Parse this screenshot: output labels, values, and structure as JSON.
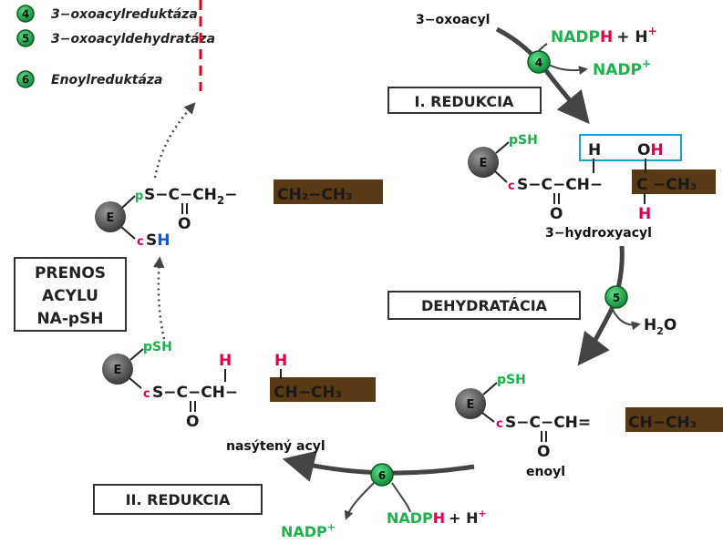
{
  "legend": [
    {
      "num": "4",
      "text": "3−oxoacylreduktáza"
    },
    {
      "num": "5",
      "text": "3−oxoacyldehydratáza"
    },
    {
      "num": "6",
      "text": "Enoylreduktáza"
    }
  ],
  "steps": {
    "reduction1": "I. REDUKCIA",
    "dehydration": "DEHYDRATÁCIA",
    "reduction2": "II. REDUKCIA",
    "transfer_line1": "PRENOS",
    "transfer_line2": "ACYLU",
    "transfer_line3": "NA-pSH"
  },
  "enzyme_numbers": {
    "e4": "4",
    "e5": "5",
    "e6": "6"
  },
  "compounds": {
    "oxoacyl": "3−oxoacyl",
    "hydroxyacyl": "3−hydroxyacyl",
    "enoyl": "enoyl",
    "saturated": "nasýtený acyl"
  },
  "cofactors": {
    "nadph": "NADP",
    "nadph_h": "H",
    "plus_h": "+ H",
    "plus_sup": "+",
    "nadp": "NADP",
    "water": "H",
    "water_sub": "2",
    "water_o": "O"
  },
  "structure_labels": {
    "E": "E",
    "pSH": "pSH",
    "p": "p",
    "c": "c",
    "S": "S",
    "SH_S": "S",
    "SH_H": "H",
    "H": "H",
    "OH": "OH",
    "O": "O"
  },
  "formulas": {
    "top_left_chain": "S−C−CH",
    "top_left_sub2": "2",
    "top_left_box": "CH₂−CH₃",
    "hydroxy_chain": "S−C−CH−",
    "hydroxy_C": "C",
    "hydroxy_box": "−CH₃",
    "sat_chain": "S−C−CH−",
    "sat_box": "CH−CH₃",
    "enoyl_chain": "S−C−CH=",
    "enoyl_box": "CH−CH₃"
  },
  "colors": {
    "green": "#1ab34a",
    "red": "#e0004a",
    "blue": "#1a55cc",
    "brown": "#6b4a1f",
    "enzyme_grey": "#555555",
    "dashed_red": "#e8001a",
    "highlight_box": "#1aa0d8"
  }
}
